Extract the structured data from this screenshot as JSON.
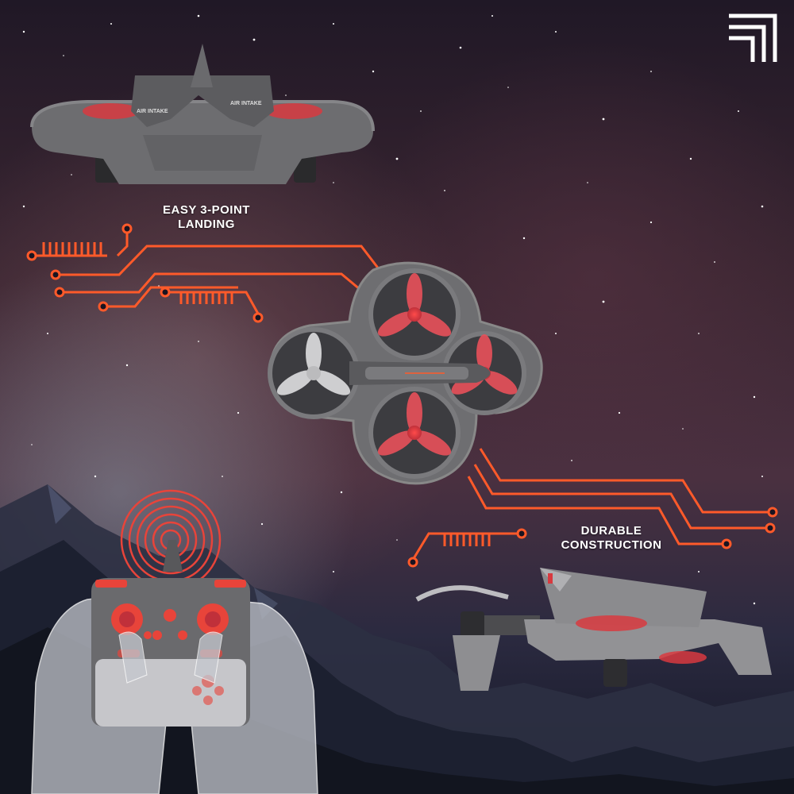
{
  "features": {
    "landing": {
      "line1": "EASY 3-POINT",
      "line2": "LANDING"
    },
    "durable": {
      "line1": "DURABLE",
      "line2": "CONSTRUCTION"
    }
  },
  "drone_markings": {
    "air_intake_left": "AIR INTAKE",
    "air_intake_right": "AIR INTAKE"
  },
  "brand": {
    "logo_icon": "corner-bracket-logo"
  },
  "colors": {
    "accent": "#ff5a2a",
    "drone_body": "#6f6f72",
    "propeller": "#e8505a",
    "sky_top": "#241a2a",
    "sky_mid": "#4a2e38"
  }
}
